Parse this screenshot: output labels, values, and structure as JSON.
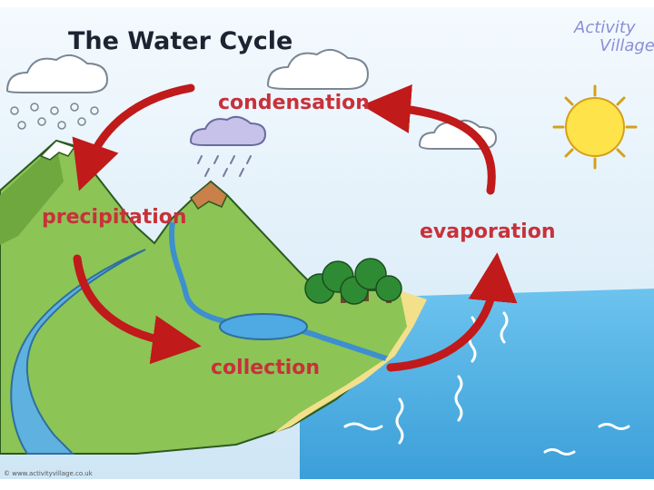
{
  "title": "The Water Cycle",
  "brand": [
    "Activity",
    "Village"
  ],
  "labels": {
    "condensation": "condensation",
    "precipitation": "precipitation",
    "evaporation": "evaporation",
    "collection": "collection"
  },
  "credit": "© www.activityvillage.co.uk",
  "colors": {
    "sky": "#d7ecf8",
    "sea": "#58b6e8",
    "grass": "#8cc456",
    "arrow": "#c01a1a",
    "label": "#c8313a",
    "sun": "#ffe34a"
  }
}
